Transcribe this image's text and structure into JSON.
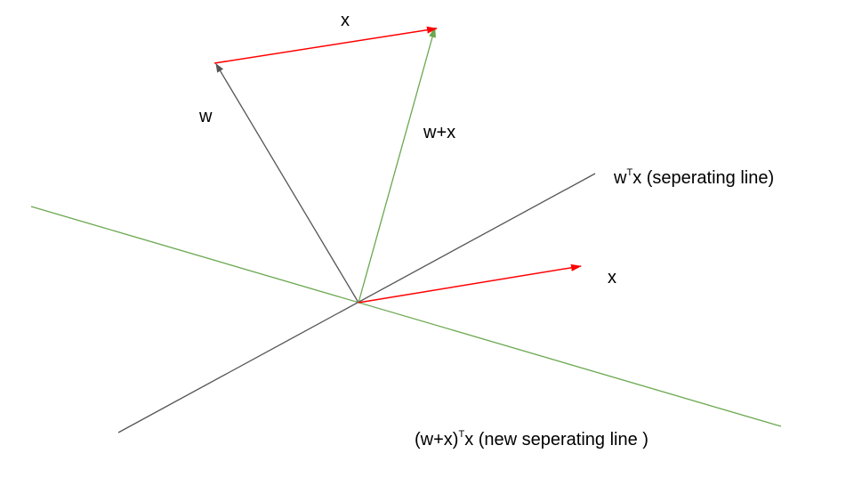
{
  "colors": {
    "weight_vector": "#555555",
    "input_vector": "#ff0000",
    "sum_vector": "#6aa84f",
    "separating_line": "#555555",
    "new_separating_line": "#6aa84f",
    "text": "#000000"
  },
  "labels": {
    "x_top": "x",
    "w": "w",
    "w_plus_x": "w+x",
    "x_right": "x",
    "separating_line": {
      "base": "w",
      "sup": "T",
      "rest": "x (seperating line)"
    },
    "new_separating_line": {
      "base": "(w+x)",
      "sup": "T",
      "rest": "x (new seperating line )"
    }
  }
}
